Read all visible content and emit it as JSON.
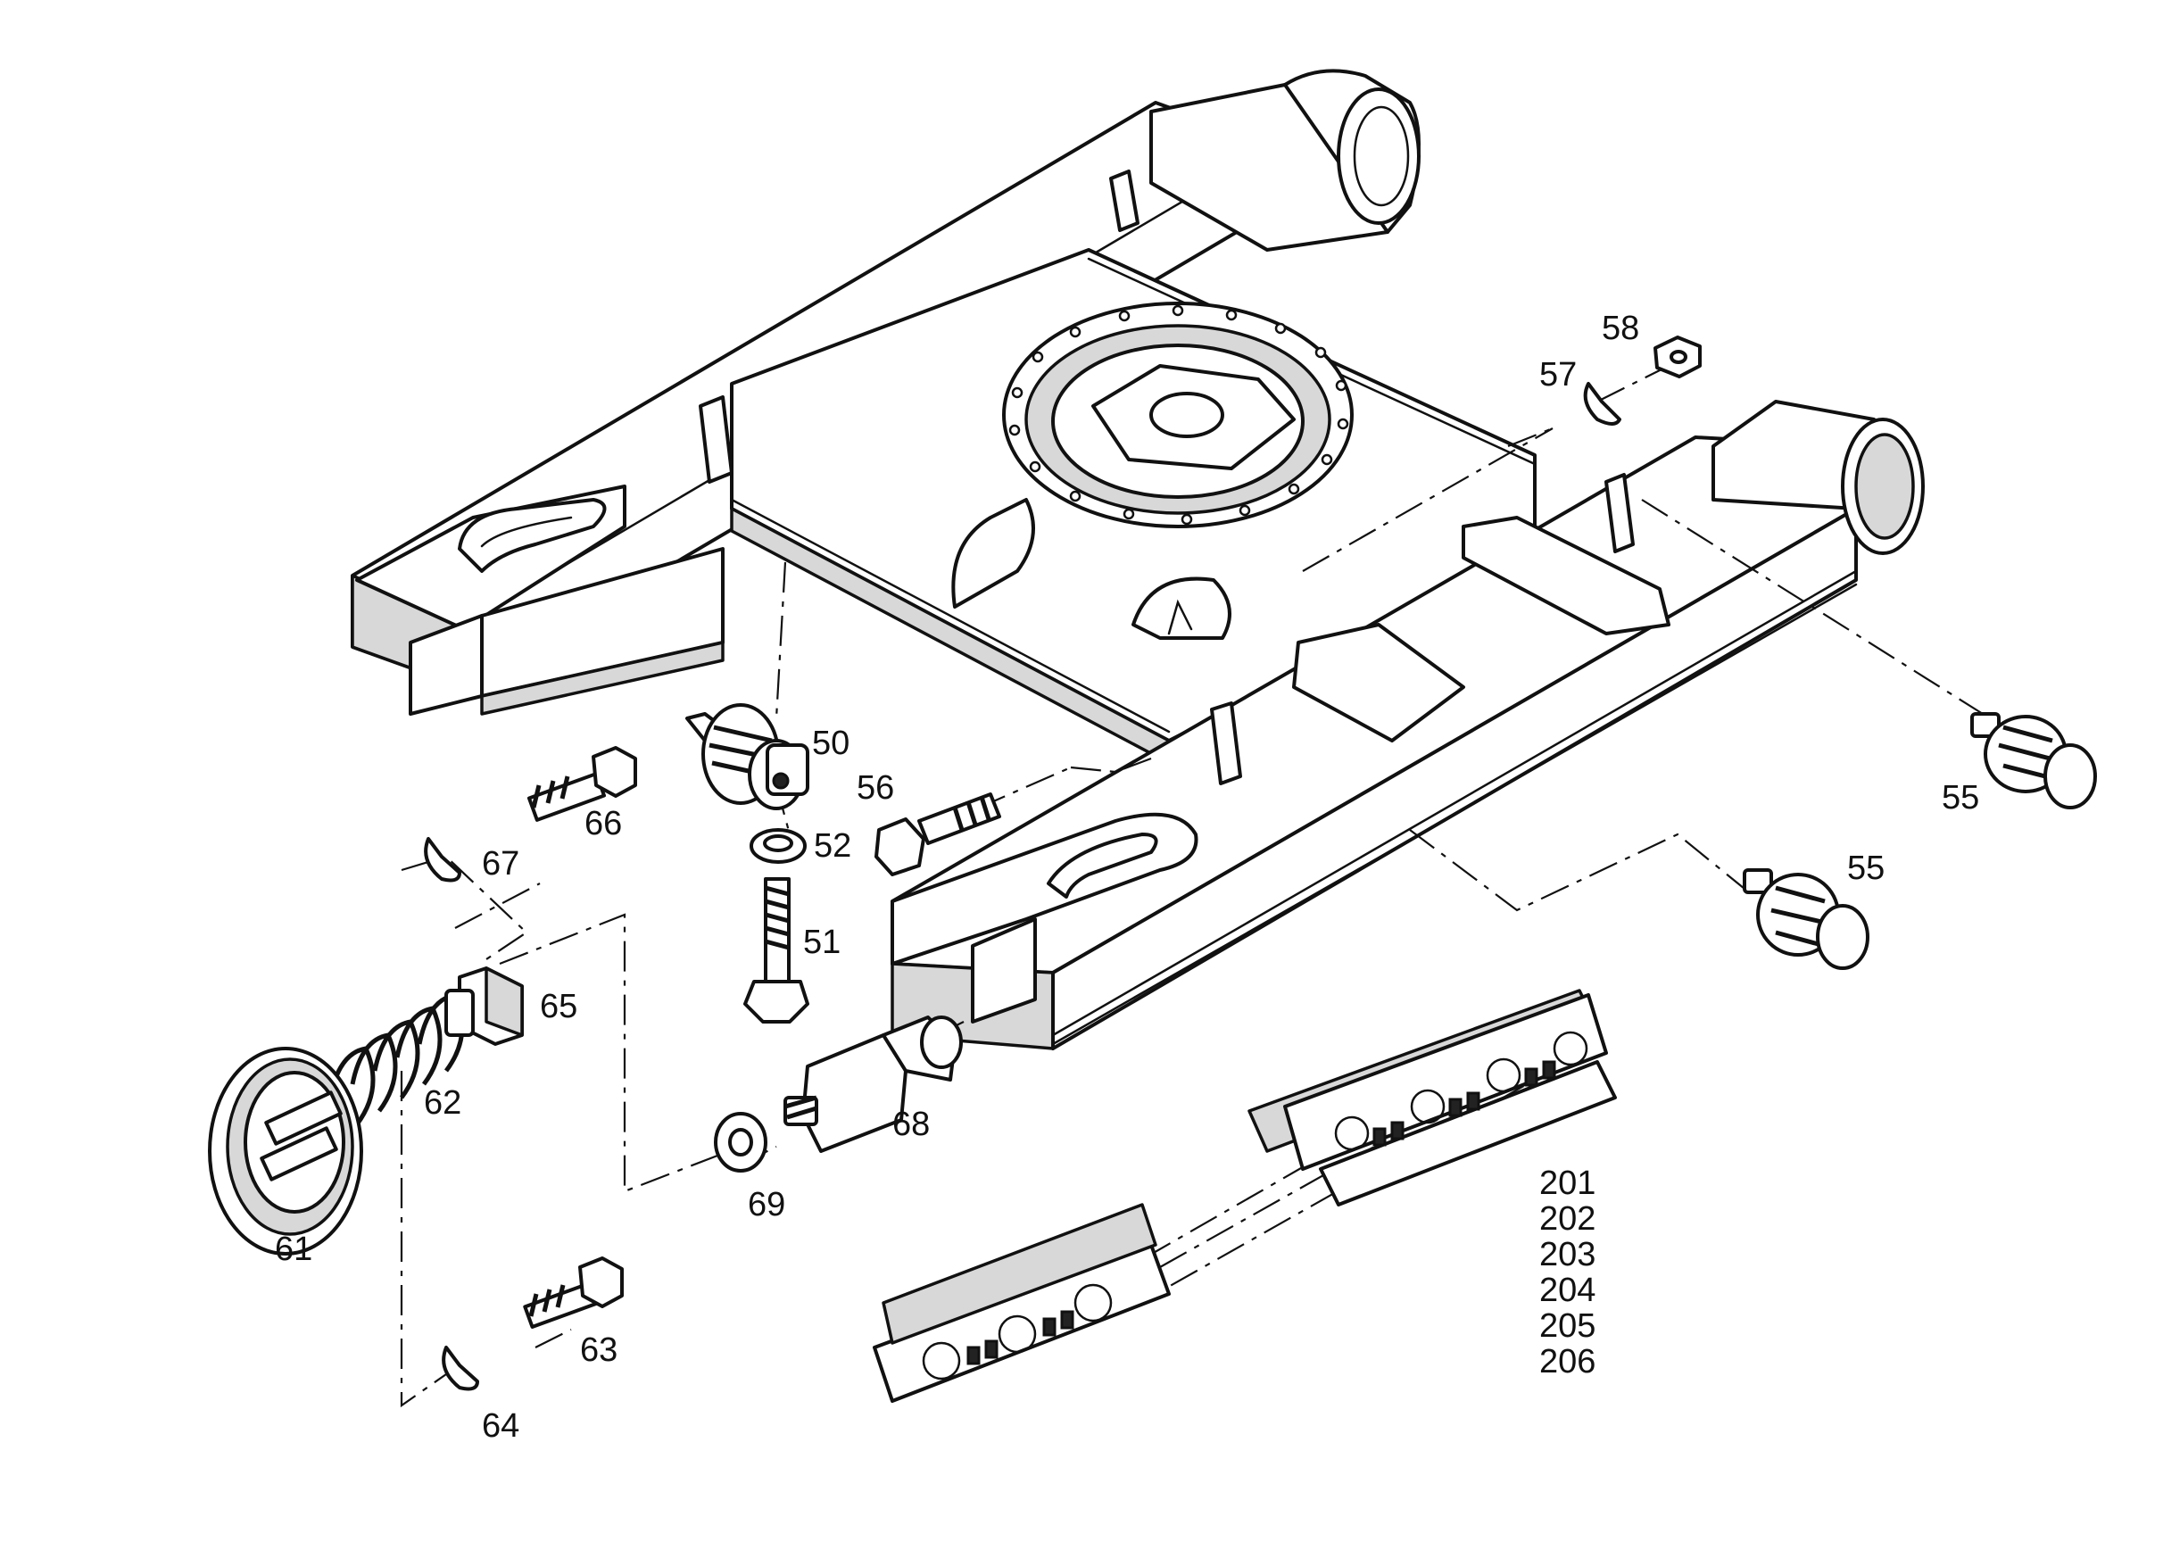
{
  "labels": {
    "p50": "50",
    "p51": "51",
    "p52": "52",
    "p55a": "55",
    "p55b": "55",
    "p56": "56",
    "p57": "57",
    "p58": "58",
    "p61": "61",
    "p62": "62",
    "p63": "63",
    "p64": "64",
    "p65": "65",
    "p66": "66",
    "p67": "67",
    "p68": "68",
    "p69": "69",
    "p201": "201",
    "p202": "202",
    "p203": "203",
    "p204": "204",
    "p205": "205",
    "p206": "206"
  }
}
